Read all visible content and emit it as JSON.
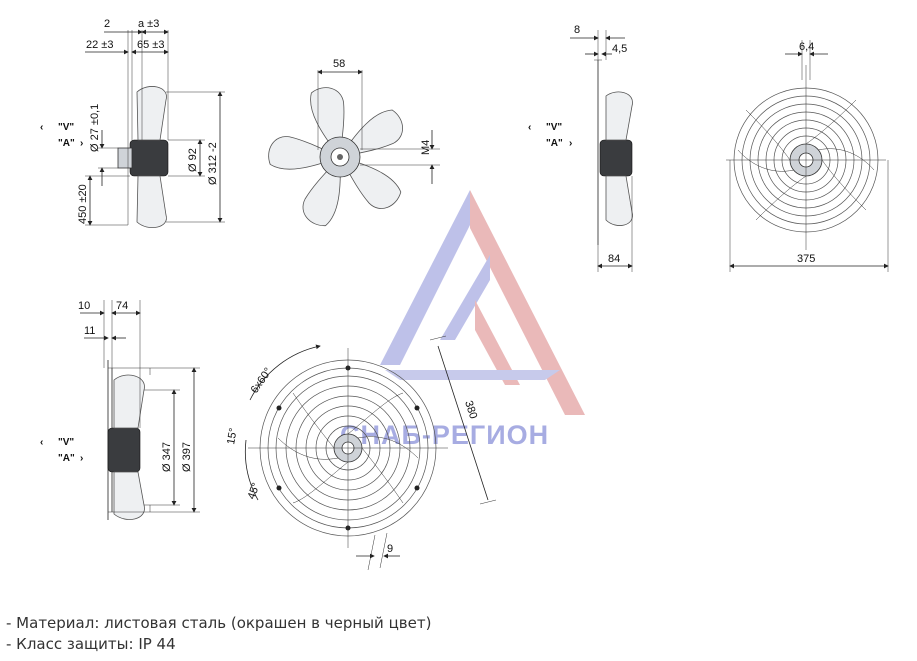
{
  "watermark": {
    "text": "СНАБ-РЕГИОН"
  },
  "views": {
    "side_a": {
      "dims": {
        "d2": "2",
        "a3": "a ±3",
        "d22": "22 ±3",
        "d65": "65 ±3",
        "d27": "Ø 27 ±0,1",
        "d92": "Ø 92",
        "d312": "Ø 312 -2",
        "d450": "450 ±20"
      },
      "label_v": "\"V\"",
      "label_a": "\"A\""
    },
    "front_impeller": {
      "dims": {
        "d58": "58",
        "m4": "M4"
      }
    },
    "side_b": {
      "dims": {
        "d8": "8",
        "d45": "4,5",
        "d84": "84"
      },
      "label_v": "\"V\"",
      "label_a": "\"A\""
    },
    "front_guard": {
      "dims": {
        "d64": "6,4",
        "d375": "375"
      }
    },
    "side_c": {
      "dims": {
        "d10": "10",
        "d74": "74",
        "d11": "11",
        "d347": "Ø 347",
        "d397": "Ø 397"
      },
      "label_v": "\"V\"",
      "label_a": "\"A\""
    },
    "front_flange": {
      "dims": {
        "holes": "6x60°",
        "a15": "15°",
        "a45": "45°",
        "d380": "380",
        "d9": "9"
      }
    }
  },
  "specs": [
    "- Материал: листовая сталь (окрашен в черный цвет)",
    "- Класс защиты: IP 44"
  ],
  "colors": {
    "watermark_blue": "#8a90d8",
    "watermark_red": "#d98080"
  }
}
